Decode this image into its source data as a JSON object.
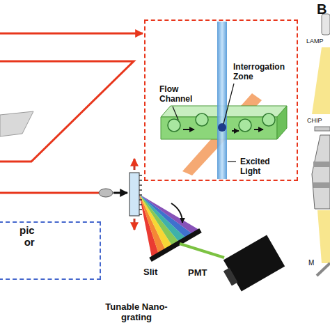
{
  "diagram": {
    "nodes": [
      {
        "text": [
          "Flow Channel",
          "Interrogation Zone",
          "Excited Light"
        ]
      },
      {
        "text": [
          "pic or"
        ]
      }
    ],
    "labels": [
      "Tunable Nano-grating",
      "Slit",
      "PMT",
      "B",
      "LAMP",
      "CHIP",
      "M"
    ]
  }
}
